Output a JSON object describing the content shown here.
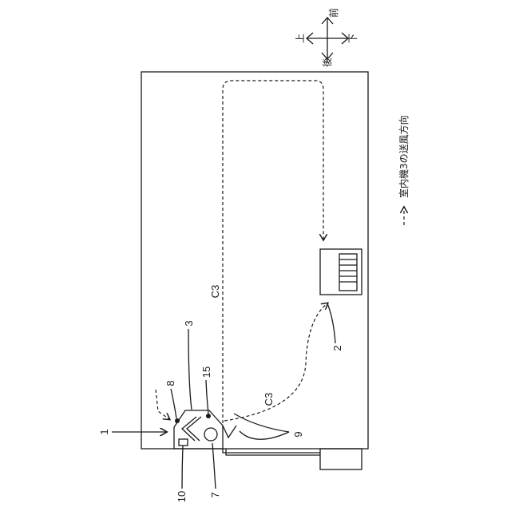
{
  "labels": {
    "ref_1": "1",
    "ref_2": "2",
    "ref_3": "3",
    "ref_7": "7",
    "ref_8": "8",
    "ref_9": "9",
    "ref_10": "10",
    "ref_15": "15",
    "c3_main": "C3",
    "c3_side": "C3"
  },
  "compass": {
    "front": "前",
    "back": "後",
    "up": "上",
    "down": "下"
  },
  "legend": {
    "text": "室内機3の送風方向"
  }
}
